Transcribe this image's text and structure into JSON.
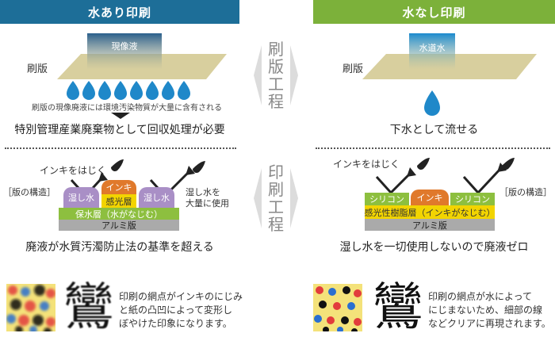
{
  "left": {
    "header": "水あり印刷",
    "developer_label": "現像液",
    "plate_label": "刷版",
    "waste_note": "刷版の現像廃液には環境汚染物質が大量に含有される",
    "disposal_text": "特別管理産業廃棄物として回収処理が必要",
    "repel_label": "インキをはじく",
    "structure_label": "［版の構造］",
    "dampening_label": "湿し水",
    "ink_label": "インキ",
    "photo_layer_label": "感光層",
    "water_note_line1": "湿し水を",
    "water_note_line2": "大量に使用",
    "water_retaining_layer": "保水層（水がなじむ）",
    "aluminum_label": "アルミ版",
    "bottom_text": "廃液が水質汚濁防止法の基準を超える",
    "kanji": "鸞",
    "desc_line1": "印刷の網点がインキのにじみ",
    "desc_line2": "と紙の凸凹によって変形し",
    "desc_line3": "ぼやけた印象になります。"
  },
  "right": {
    "header": "水なし印刷",
    "water_label": "水道水",
    "plate_label": "刷版",
    "drain_text": "下水として流せる",
    "repel_label": "インキをはじく",
    "structure_label": "［版の構造］",
    "silicone_label": "シリコン",
    "ink_label": "インキ",
    "resin_layer": "感光性樹脂層（インキがなじむ）",
    "aluminum_label": "アルミ版",
    "bottom_text": "湿し水を一切使用しないので廃液ゼロ",
    "kanji": "鸞",
    "desc_line1": "印刷の網点が水によって",
    "desc_line2": "にじまないため、細部の線",
    "desc_line3": "などクリアに再現されます。"
  },
  "center": {
    "stage1": "刷版工程",
    "stage2": "印刷工程"
  },
  "colors": {
    "left_header": "#1d6e98",
    "right_header": "#7cb13a",
    "plate": "#d8cf9e",
    "drop": "#1f88c9",
    "dampening": "#a98fc6",
    "ink": "#e0792b",
    "photo_layer": "#f2d400",
    "water_retaining": "#8dbf3f",
    "silicone": "#8dbf3f",
    "aluminum": "#aaaaaa"
  }
}
